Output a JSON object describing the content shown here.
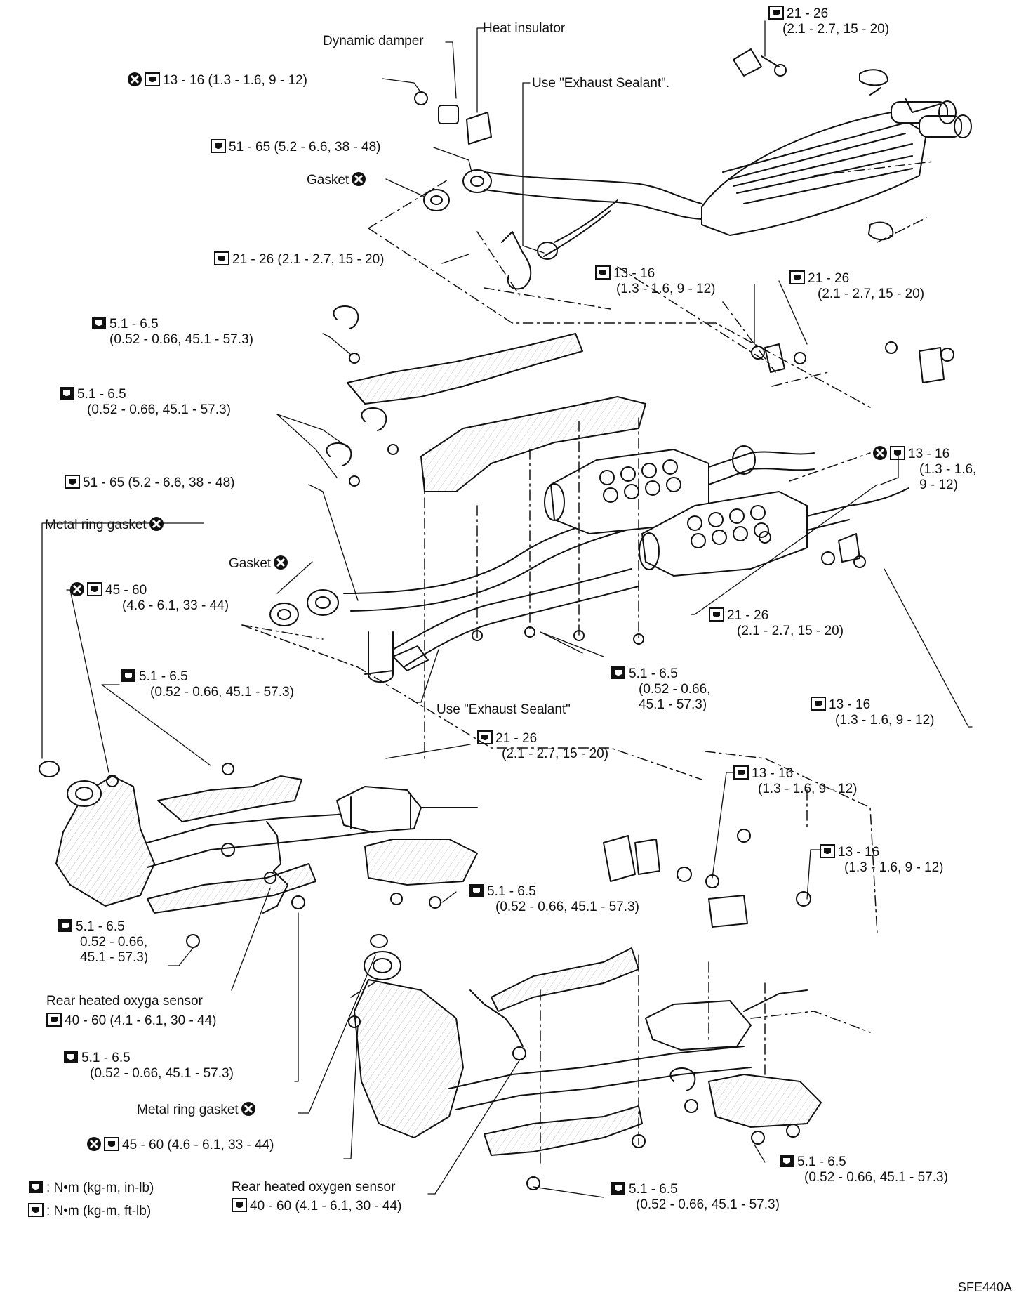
{
  "figure_code": "SFE440A",
  "icons": {
    "torque_in_lb": "torque-wrench-in-lb-icon",
    "torque_ft_lb": "torque-wrench-ft-lb-icon",
    "replace": "do-not-reuse-x-icon"
  },
  "labels": {
    "dynamic_damper": "Dynamic damper",
    "heat_insulator": "Heat insulator",
    "use_sealant_top": "Use \"Exhaust Sealant\".",
    "use_sealant_mid": "Use \"Exhaust Sealant\"",
    "gasket_1": "Gasket",
    "gasket_2": "Gasket",
    "metal_ring_gasket_1": "Metal ring gasket",
    "metal_ring_gasket_2": "Metal ring gasket",
    "rear_sensor_1": "Rear heated oxyga sensor",
    "rear_sensor_2": "Rear heated oxygen sensor"
  },
  "torques": {
    "t_top_right_a": "21 - 26",
    "t_top_right_b": "(2.1 - 2.7, 15 - 20)",
    "t_13_16_top": "13 - 16 (1.3 - 1.6, 9 - 12)",
    "t_51_65_top": "51 - 65 (5.2 - 6.6, 38 - 48)",
    "t_21_26_mid": "21 - 26 (2.1 - 2.7, 15 - 20)",
    "t_13_16_center_a": "13 - 16",
    "t_13_16_center_b": "(1.3 - 1.6, 9 - 12)",
    "t_21_26_center_a": "21 - 26",
    "t_21_26_center_b": "(2.1 - 2.7, 15 - 20)",
    "t_51_upper_a": "5.1 - 6.5",
    "t_51_upper_b": "(0.52 - 0.66, 45.1 - 57.3)",
    "t_51_second_a": "5.1 - 6.5",
    "t_51_second_b": "(0.52 - 0.66, 45.1 - 57.3)",
    "t_13_16_right_a": "13 - 16",
    "t_13_16_right_b": "(1.3 - 1.6,",
    "t_13_16_right_c": "9 - 12)",
    "t_51_65_mid": "51 - 65 (5.2 - 6.6, 38 - 48)",
    "t_45_60_left_a": "45 - 60",
    "t_45_60_left_b": "(4.6 - 6.1, 33 - 44)",
    "t_21_26_right_mid_a": "21 - 26",
    "t_21_26_right_mid_b": "(2.1 - 2.7, 15 - 20)",
    "t_51_center_a": "5.1 - 6.5",
    "t_51_center_b": "(0.52 - 0.66,",
    "t_51_center_c": "45.1 - 57.3)",
    "t_51_leftmid_a": "5.1 - 6.5",
    "t_51_leftmid_b": "(0.52 - 0.66, 45.1 - 57.3)",
    "t_13_16_far_right_a": "13 - 16",
    "t_13_16_far_right_b": "(1.3 - 1.6, 9 - 12)",
    "t_21_26_low_a": "21 - 26",
    "t_21_26_low_b": "(2.1 - 2.7, 15 - 20)",
    "t_13_16_low_a": "13 - 16",
    "t_13_16_low_b": "(1.3 - 1.6, 9 - 12)",
    "t_13_16_low2_a": "13 - 16",
    "t_13_16_low2_b": "(1.3 - 1.6, 9 - 12)",
    "t_51_lowcenter_a": "5.1 - 6.5",
    "t_51_lowcenter_b": "(0.52 - 0.66, 45.1 - 57.3)",
    "t_51_lowleft_a": "5.1 - 6.5",
    "t_51_lowleft_b": "0.52 - 0.66,",
    "t_51_lowleft_c": "45.1 - 57.3)",
    "t_40_60_a": "40 - 60 (4.1 - 6.1, 30 - 44)",
    "t_51_bot_left_a": "5.1 - 6.5",
    "t_51_bot_left_b": "(0.52 - 0.66, 45.1 - 57.3)",
    "t_45_60_bot": "45 - 60 (4.6 - 6.1, 33 - 44)",
    "t_40_60_b": "40 - 60 (4.1 - 6.1, 30 - 44)",
    "t_51_bot_mid_a": "5.1 - 6.5",
    "t_51_bot_mid_b": "(0.52 - 0.66, 45.1 - 57.3)",
    "t_51_bot_right_a": "5.1 - 6.5",
    "t_51_bot_right_b": "(0.52 - 0.66, 45.1 - 57.3)"
  },
  "legend": {
    "in_lb": ": N•m (kg-m, in-lb)",
    "ft_lb": ": N•m (kg-m, ft-lb)"
  }
}
